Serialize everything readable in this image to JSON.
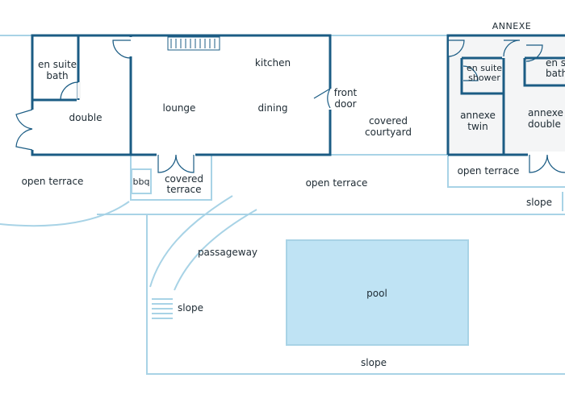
{
  "labels": {
    "annexe_heading": "ANNEXE",
    "ensuite_bath_1": "en suite",
    "ensuite_bath_2": "bath",
    "double": "double",
    "lounge": "lounge",
    "kitchen": "kitchen",
    "dining": "dining",
    "front_door_1": "front",
    "front_door_2": "door",
    "covered_courtyard_1": "covered",
    "covered_courtyard_2": "courtyard",
    "ensuite_shower_1": "en suite",
    "ensuite_shower_2": "shower",
    "annexe_bath_1": "en suite",
    "annexe_bath_2": "bath",
    "annexe_twin_1": "annexe",
    "annexe_twin_2": "twin",
    "annexe_double_1": "annexe",
    "annexe_double_2": "double",
    "open_terrace_left": "open terrace",
    "bbq": "bbq",
    "covered_terrace_1": "covered",
    "covered_terrace_2": "terrace",
    "open_terrace_mid": "open terrace",
    "open_terrace_right": "open terrace",
    "slope_right": "slope",
    "passageway": "passageway",
    "slope_left": "slope",
    "pool": "pool",
    "slope_bottom": "slope"
  },
  "colors": {
    "wall": "#1b5c84",
    "outline": "#a8d3e6",
    "room_fill": "#f4f5f6",
    "pool_fill": "#bfe3f4",
    "text": "#1d2a33"
  }
}
